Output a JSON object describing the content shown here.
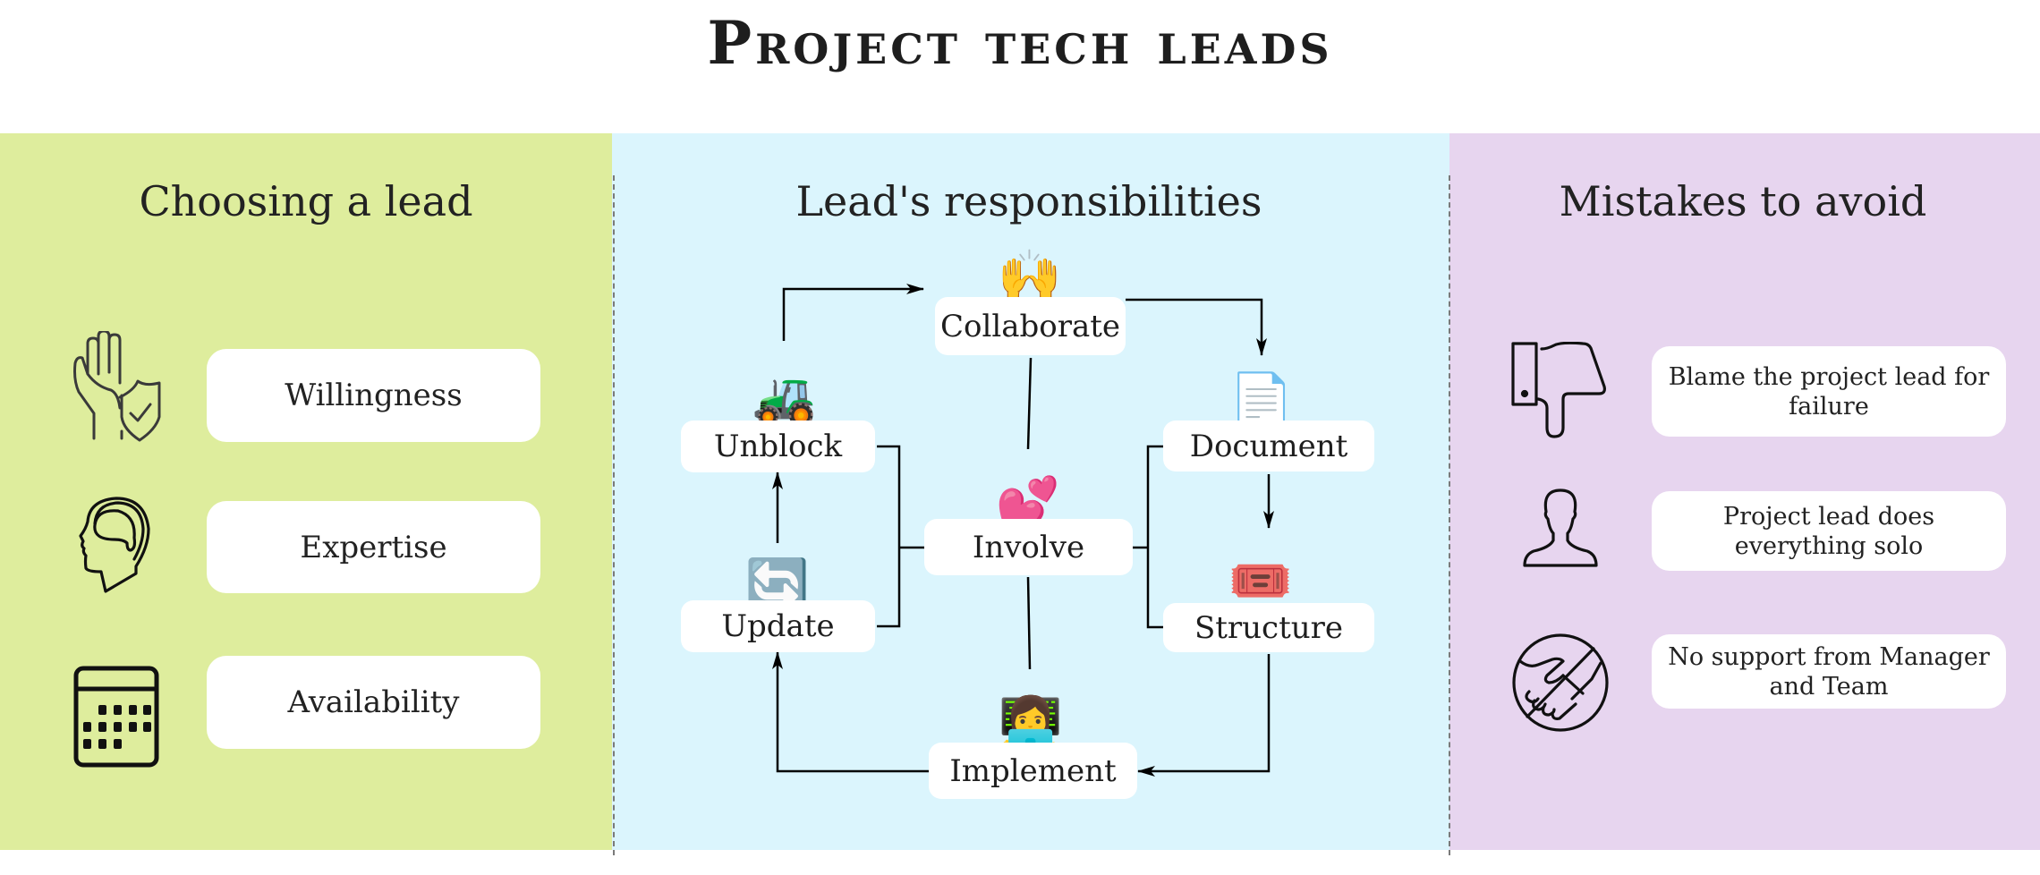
{
  "title": "Project tech leads",
  "colors": {
    "left_panel": "#deed9d",
    "middle_panel": "#dbf5fd",
    "right_panel": "#e7d5ef",
    "card": "#ffffff",
    "text": "#222222",
    "divider": "#7a7a7a"
  },
  "sections": {
    "choosing": {
      "title": "Choosing a lead",
      "items": [
        {
          "label": "Willingness",
          "icon": "raised-hand-shield-icon"
        },
        {
          "label": "Expertise",
          "icon": "head-brain-icon"
        },
        {
          "label": "Availability",
          "icon": "calendar-icon"
        }
      ]
    },
    "responsibilities": {
      "title": "Lead's responsibilities",
      "nodes": {
        "collaborate": {
          "label": "Collaborate",
          "emoji": "🙌",
          "icon": "raising-hands-icon"
        },
        "unblock": {
          "label": "Unblock",
          "emoji": "🚜",
          "icon": "tractor-icon"
        },
        "document": {
          "label": "Document",
          "emoji": "📄",
          "icon": "page-facing-up-icon"
        },
        "involve": {
          "label": "Involve",
          "emoji": "💕",
          "icon": "two-hearts-icon"
        },
        "update": {
          "label": "Update",
          "emoji": "🔄",
          "icon": "refresh-arrows-icon"
        },
        "structure": {
          "label": "Structure",
          "emoji": "🎟️",
          "icon": "tickets-icon"
        },
        "implement": {
          "label": "Implement",
          "emoji": "👩‍💻",
          "icon": "woman-technologist-icon"
        }
      },
      "flow": [
        "Collaborate",
        "Document",
        "Structure",
        "Implement",
        "Update",
        "Unblock",
        "Collaborate"
      ],
      "center": "Involve"
    },
    "mistakes": {
      "title": "Mistakes to avoid",
      "items": [
        {
          "label": "Blame the project lead for failure",
          "icon": "thumbs-down-icon"
        },
        {
          "label": "Project lead does everything solo",
          "icon": "person-silhouette-icon"
        },
        {
          "label": "No support from Manager and Team",
          "icon": "no-handshake-icon"
        }
      ]
    }
  }
}
